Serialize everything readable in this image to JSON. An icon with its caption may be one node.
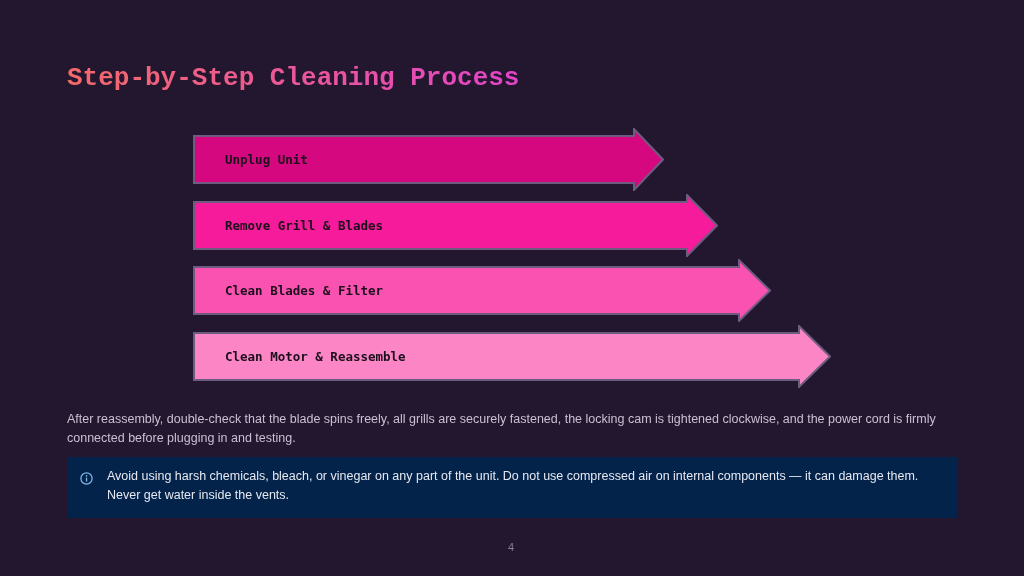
{
  "diagram": {
    "title": "Step-by-Step Cleaning Process",
    "nodes": [
      {
        "text": [
          "Unplug Unit"
        ]
      },
      {
        "text": [
          "Remove Grill & Blades"
        ]
      },
      {
        "text": [
          "Clean Blades & Filter"
        ]
      },
      {
        "text": [
          "Clean Motor & Reassemble"
        ]
      },
      {
        "text": [
          "Avoid using harsh chemicals, bleach, or vinegar on any part of the unit. Do not use compressed air on internal components — it can damage them. Never get water inside the vents."
        ]
      }
    ],
    "labels": [
      "After reassembly, double-check that the blade spins freely, all grills are securely fastened, the locking cam is tightened clockwise, and the power cord is firmly connected before plugging in and testing.",
      "4"
    ]
  }
}
